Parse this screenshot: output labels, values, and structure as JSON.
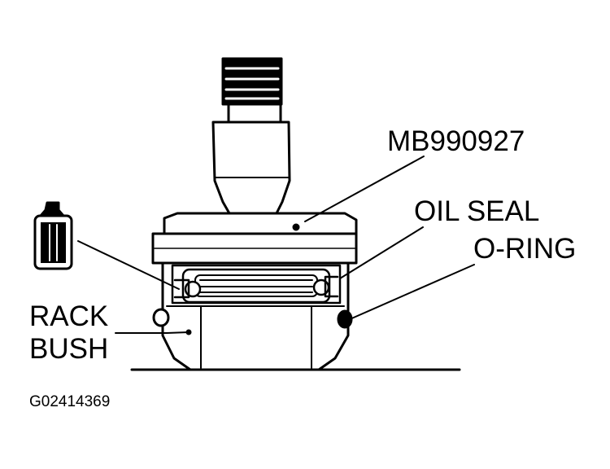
{
  "labels": {
    "tool": "MB990927",
    "oil_seal": "OIL SEAL",
    "o_ring": "O-RING",
    "rack_bush_line1": "RACK",
    "rack_bush_line2": "BUSH"
  },
  "figure_id": "G02414369",
  "icons": [
    "grease-can-icon"
  ],
  "colors": {
    "ink": "#000000",
    "paper": "#ffffff"
  }
}
